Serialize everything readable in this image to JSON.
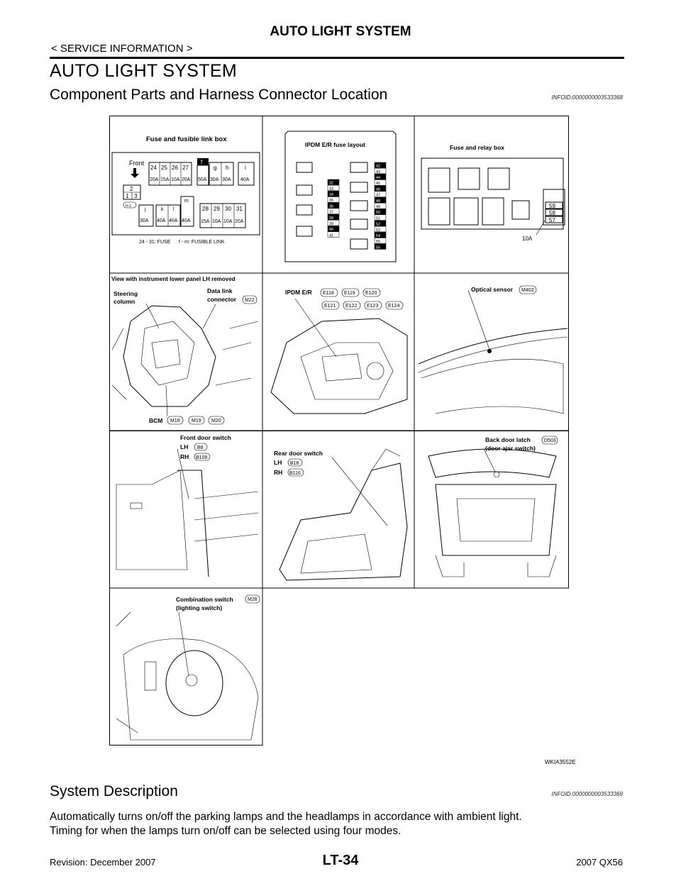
{
  "header": {
    "title": "AUTO LIGHT SYSTEM",
    "breadcrumb": "< SERVICE INFORMATION >"
  },
  "section_title": "AUTO LIGHT SYSTEM",
  "component_parts": {
    "title": "Component Parts and Harness Connector Location",
    "infoid": "INFOID:0000000003533368"
  },
  "figure": {
    "id": "WKIA3552E",
    "fuse_box": {
      "title": "Fuse and fusible link box",
      "front": "Front",
      "top_fuse_nums": [
        "24",
        "25",
        "26",
        "27"
      ],
      "top_fuse_amps": [
        "20A",
        "15A",
        "10A",
        "20A"
      ],
      "link_letters": [
        "f",
        "g",
        "h",
        "i"
      ],
      "link_amps": [
        "50A",
        "30A",
        "30A",
        "40A"
      ],
      "small_nums": [
        "2",
        "1",
        "3"
      ],
      "hi_label": "H-1",
      "mid_letters": [
        "j",
        "k",
        "l",
        "m"
      ],
      "mid_amps": [
        "30A",
        "40A",
        "40A",
        "40A"
      ],
      "bottom_fuse_nums": [
        "28",
        "29",
        "30",
        "31"
      ],
      "bottom_fuse_amps": [
        "15A",
        "10A",
        "10A",
        "20A"
      ],
      "legend": "24 - 31: FUSE      f - m: FUSIBLE LINK"
    },
    "ipdm": {
      "title": "IPDM E/R fuse layout",
      "col_left": [
        "32",
        "33",
        "34",
        "35",
        "36",
        "37",
        "38",
        "39",
        "40",
        "41"
      ],
      "col_right": [
        "42",
        "43",
        "44",
        "45",
        "46",
        "47",
        "48",
        "49",
        "50",
        "51",
        "52",
        "53",
        "54",
        "55",
        "56"
      ]
    },
    "relay_box": {
      "title": "Fuse and relay box",
      "fuses": [
        "59",
        "58",
        "57"
      ],
      "amp": "10A"
    },
    "instrument_panel": {
      "caption": "View with instrument lower panel LH removed",
      "steering": [
        "Steering",
        "column"
      ],
      "data_link": [
        "Data link",
        "connector"
      ],
      "data_link_conn": "M22",
      "bcm": "BCM",
      "bcm_conns": [
        "M18",
        "M19",
        "M20"
      ]
    },
    "ipdm_loc": {
      "label": "IPDM E/R",
      "conns_row1": [
        "E118",
        "E119",
        "E120"
      ],
      "conns_row2": [
        "E121",
        "E122",
        "E123",
        "E124"
      ]
    },
    "optical": {
      "label": "Optical sensor",
      "conn": "M402"
    },
    "front_door": {
      "label": "Front door switch",
      "lh": "LH",
      "lh_conn": "B8",
      "rh": "RH",
      "rh_conn": "B108"
    },
    "rear_door": {
      "label": "Rear door switch",
      "lh": "LH",
      "lh_conn": "B18",
      "rh": "RH",
      "rh_conn": "B116"
    },
    "back_door": {
      "label": "Back door latch",
      "label2": "(door ajar switch)",
      "conn": "D503"
    },
    "combination": {
      "label": "Combination switch",
      "label2": "(lighting switch)",
      "conn": "M28"
    }
  },
  "system_description": {
    "title": "System Description",
    "infoid": "INFOID:0000000003533369",
    "line1": "Automatically turns on/off the parking lamps and the headlamps in accordance with ambient light.",
    "line2": "Timing for when the lamps turn on/off can be selected using four modes."
  },
  "footer": {
    "revision": "Revision: December 2007",
    "page": "LT-34",
    "model": "2007 QX56"
  }
}
